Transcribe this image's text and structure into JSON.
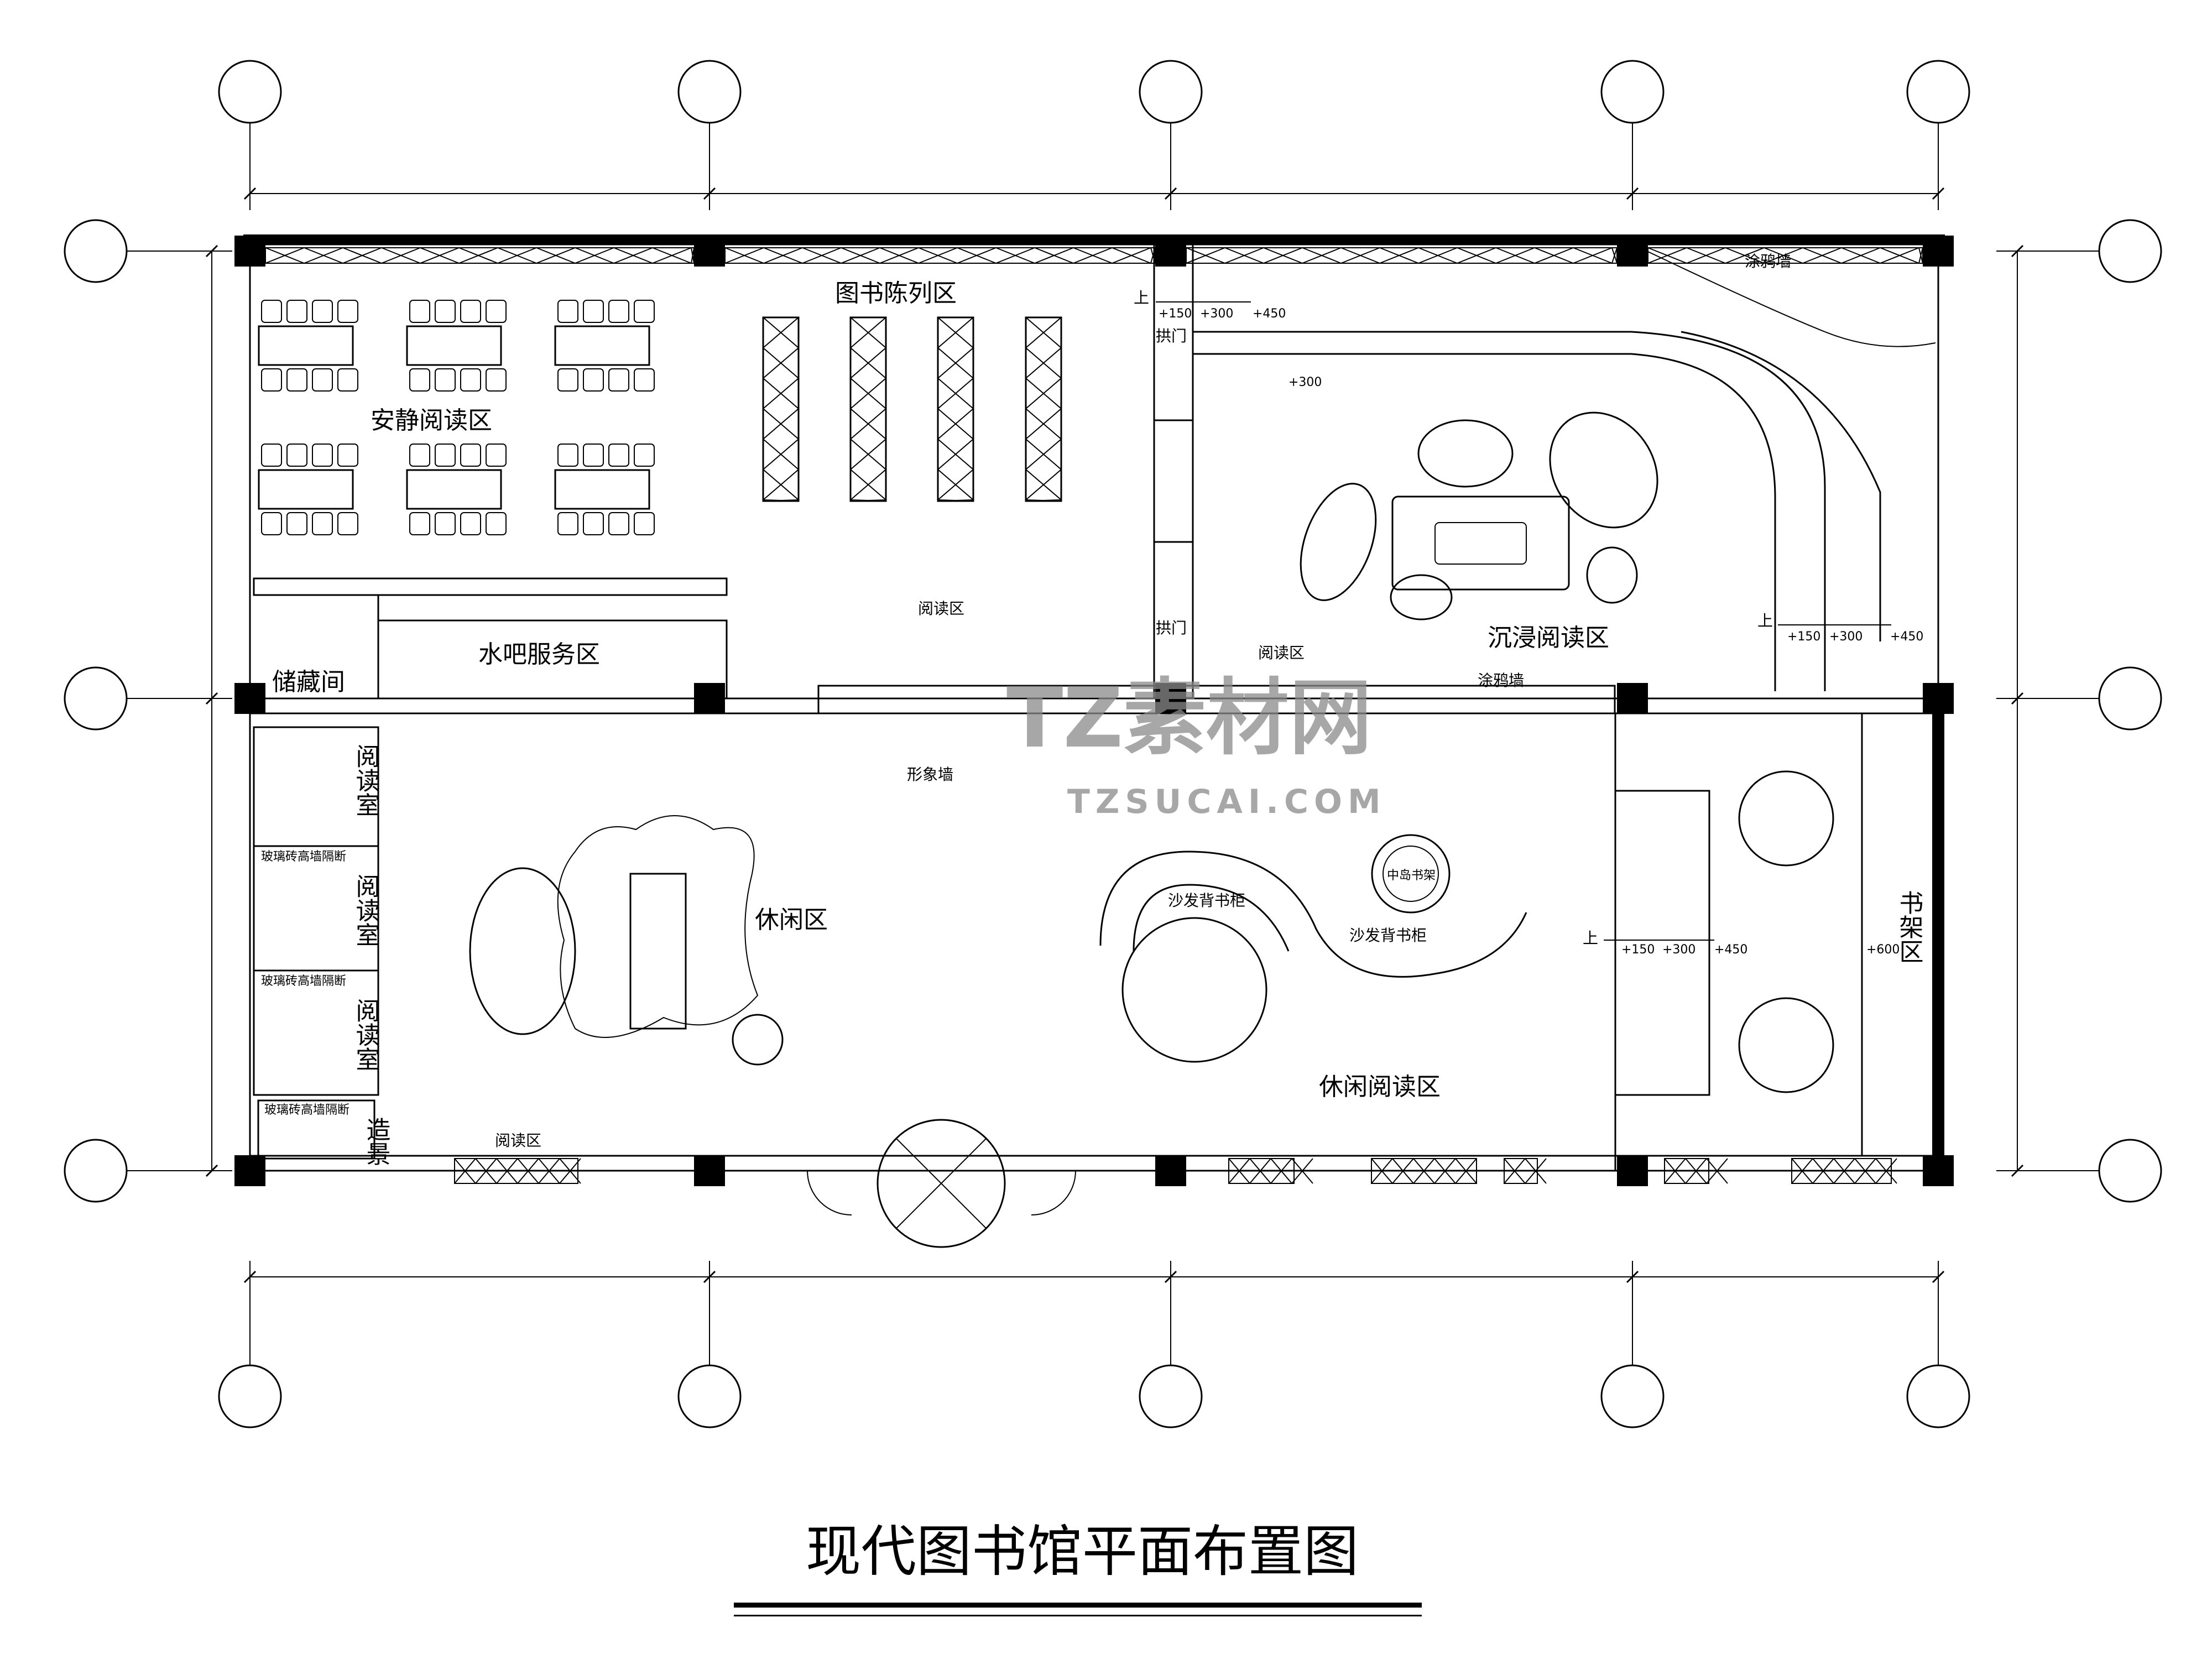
{
  "title": "现代图书馆平面布置图",
  "watermark": {
    "brand": "TZ素材网",
    "url": "TZSUCAI.COM"
  },
  "zones": {
    "quiet_reading": "安静阅读区",
    "book_display": "图书陈列区",
    "immersive_reading": "沉浸阅读区",
    "water_bar": "水吧服务区",
    "storage": "储藏间",
    "leisure": "休闲区",
    "leisure_reading": "休闲阅读区",
    "reading_area_bottom": "阅读区",
    "reading_area_center": "阅读区",
    "reading_area_right": "阅读区",
    "image_wall": "形象墙",
    "graffiti_wall_top": "涂鸦墙",
    "graffiti_wall_mid": "涂鸦墙",
    "arch_door_1": "拱门",
    "arch_door_2": "拱门",
    "landscape": "造景",
    "bookshelf_area": "书架区",
    "island_shelf": "中岛书架",
    "sofa_cabinet_1": "沙发背书柜",
    "sofa_cabinet_2": "沙发背书柜"
  },
  "reading_rooms": [
    "阅读室",
    "阅读室",
    "阅读室"
  ],
  "partitions": [
    "玻璃砖高墙隔断",
    "玻璃砖高墙隔断",
    "玻璃砖高墙隔断"
  ],
  "steps": [
    {
      "up": "上",
      "levels": [
        "+150",
        "+300",
        "+450"
      ],
      "extra": "+300"
    },
    {
      "up": "上",
      "levels": [
        "+150",
        "+300",
        "+450"
      ]
    },
    {
      "up": "上",
      "levels": [
        "+150",
        "+300",
        "+450"
      ],
      "extra": "+600"
    }
  ]
}
